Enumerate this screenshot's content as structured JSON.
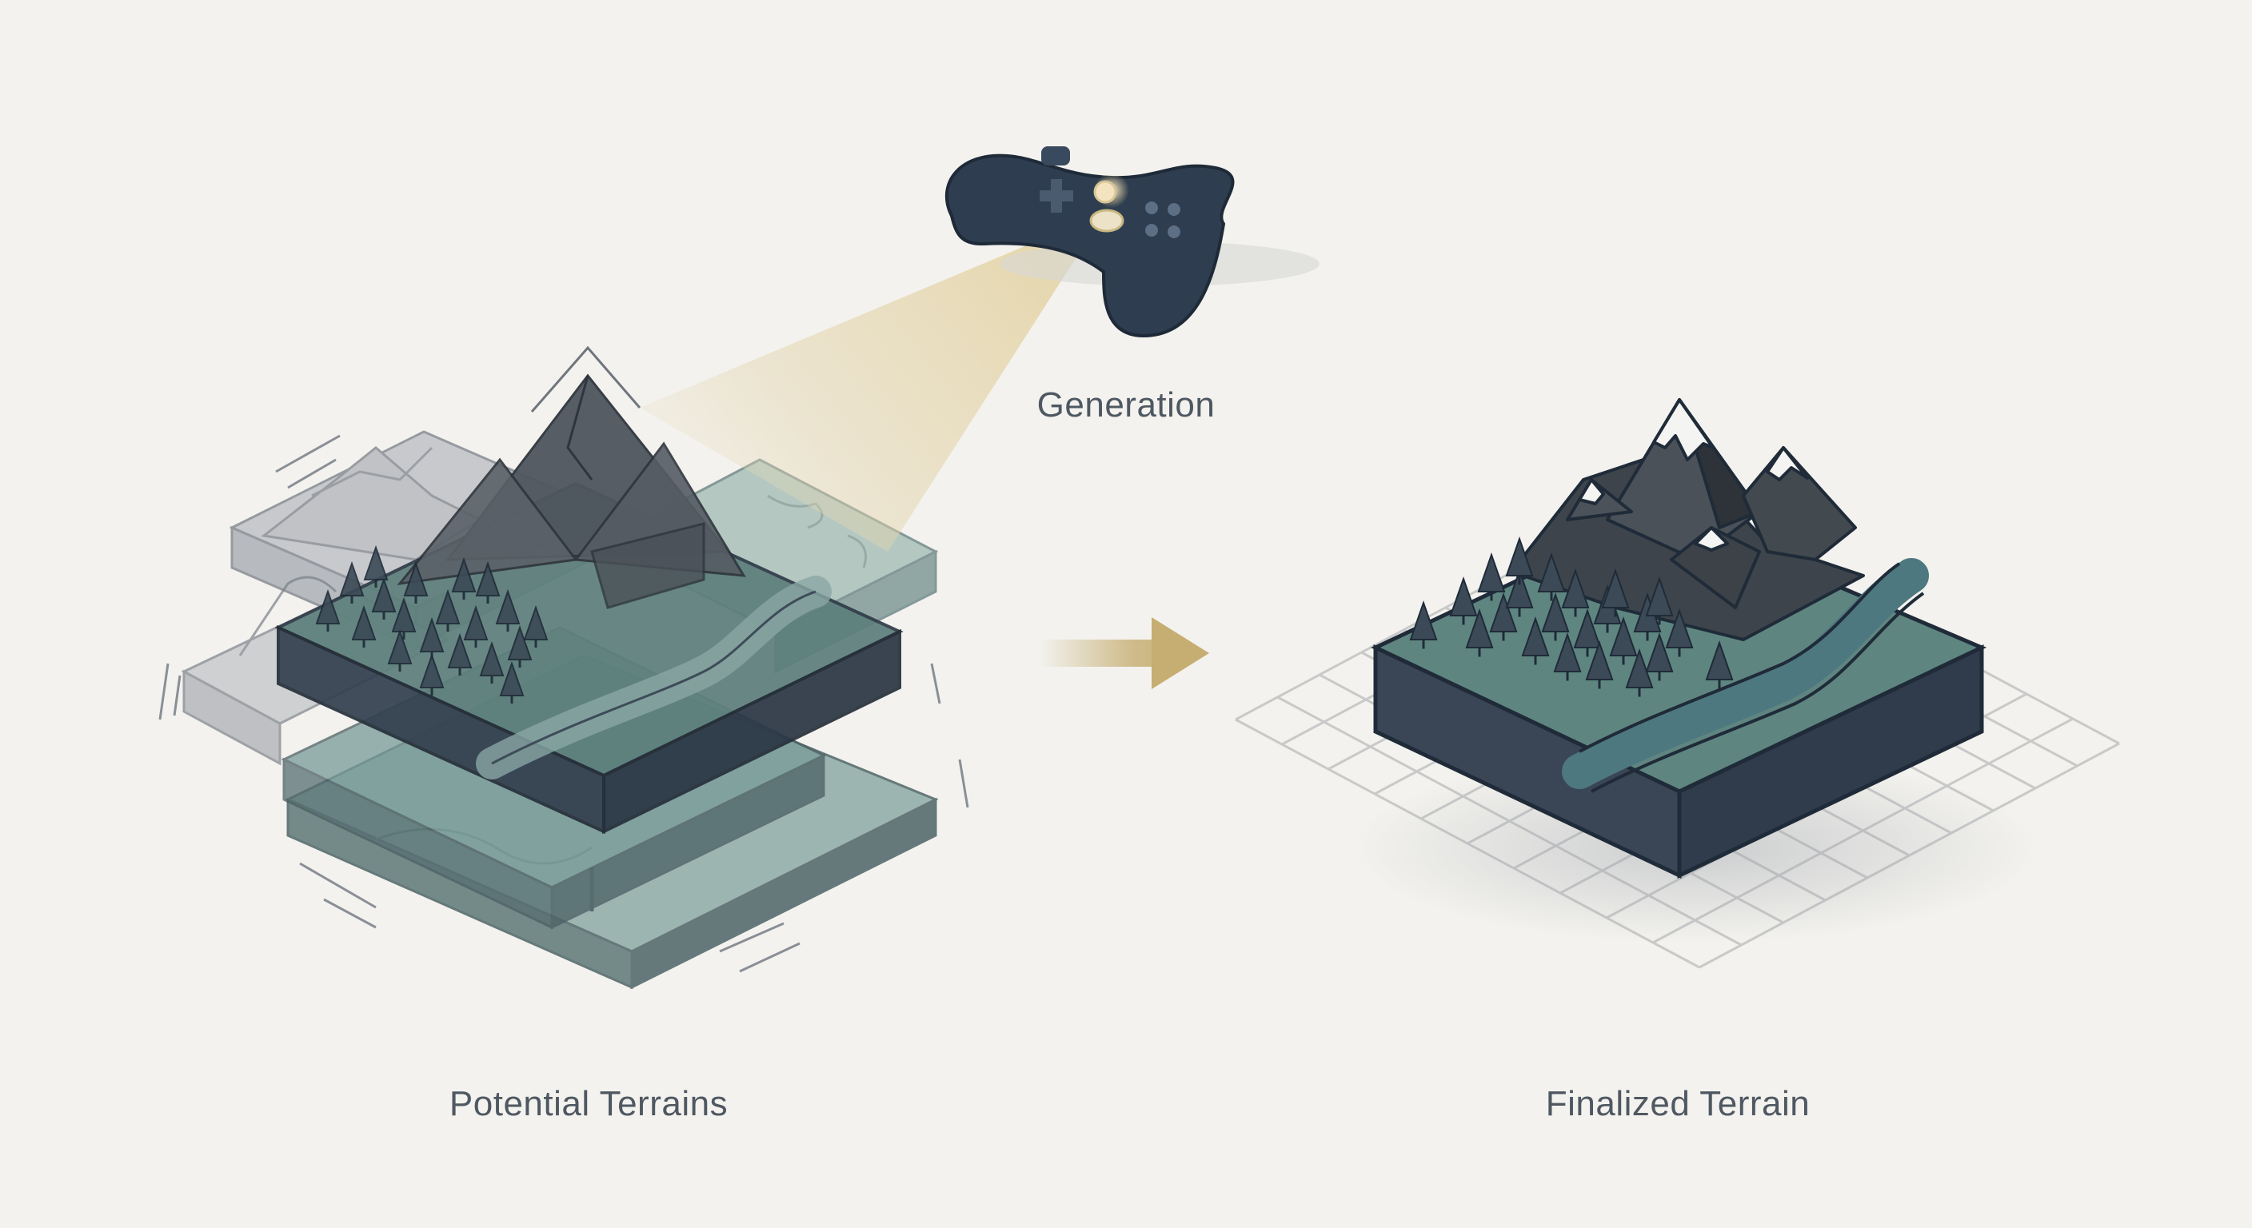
{
  "captions": {
    "generation": "Generation",
    "potential": "Potential Terrains",
    "finalized": "Finalized Terrain"
  },
  "icons": {
    "controller": "game-controller-icon",
    "arrow": "right-arrow-icon"
  },
  "colors": {
    "background": "#f3f2ee",
    "slab_dark": "#33404f",
    "terrain_green": "#5b7f7b",
    "mountain": "#4b5158",
    "snow": "#f4f4f2",
    "river": "#4e7880",
    "beam": "#d8c596",
    "arrow": "#c6ae72",
    "grid": "#c9c9c9"
  }
}
